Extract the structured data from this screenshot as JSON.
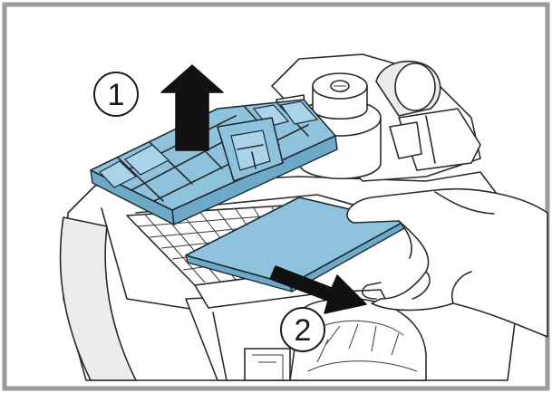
{
  "steps": [
    {
      "number": "1",
      "action": "lift-filter-cover-up"
    },
    {
      "number": "2",
      "action": "pull-filter-pad-out"
    }
  ],
  "colors": {
    "filter_blue": "#8fc3dd",
    "frame_grey": "#9a9a9a",
    "arrow_black": "#111111"
  }
}
